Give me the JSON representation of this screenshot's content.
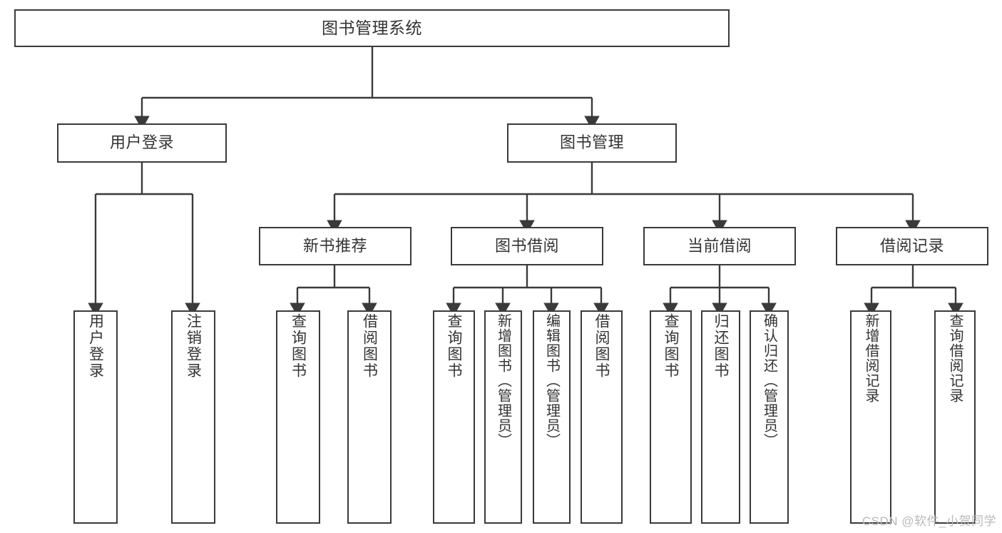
{
  "diagram": {
    "title": "图书管理系统",
    "type": "hierarchy-tree",
    "watermark": "CSDN @软件_小贺同学",
    "colors": {
      "border": "#3a3a3a",
      "text": "#333333",
      "edge": "#3a3a3a",
      "background": "#ffffff",
      "watermark": "#b9b9b9"
    },
    "levels": {
      "root": {
        "label": "图书管理系统"
      },
      "level2": [
        {
          "id": "user-login",
          "label": "用户登录"
        },
        {
          "id": "book-manage",
          "label": "图书管理"
        }
      ],
      "level3": [
        {
          "id": "new-book-recommend",
          "label": "新书推荐"
        },
        {
          "id": "book-borrow",
          "label": "图书借阅"
        },
        {
          "id": "current-borrow",
          "label": "当前借阅"
        },
        {
          "id": "borrow-record",
          "label": "借阅记录"
        }
      ],
      "leaves": {
        "user-login": [
          {
            "id": "leaf-user-login",
            "label": "用户登录"
          },
          {
            "id": "leaf-user-logout",
            "label": "注销登录"
          }
        ],
        "new-book-recommend": [
          {
            "id": "leaf-query-book-1",
            "label": "查询图书"
          },
          {
            "id": "leaf-borrow-book-1",
            "label": "借阅图书"
          }
        ],
        "book-borrow": [
          {
            "id": "leaf-query-book-2",
            "label": "查询图书"
          },
          {
            "id": "leaf-add-book",
            "label": "新增图书（管理员）"
          },
          {
            "id": "leaf-edit-book",
            "label": "编辑图书（管理员）"
          },
          {
            "id": "leaf-borrow-book-2",
            "label": "借阅图书"
          }
        ],
        "current-borrow": [
          {
            "id": "leaf-query-book-3",
            "label": "查询图书"
          },
          {
            "id": "leaf-return-book",
            "label": "归还图书"
          },
          {
            "id": "leaf-confirm-return",
            "label": "确认归还（管理员）"
          }
        ],
        "borrow-record": [
          {
            "id": "leaf-add-record",
            "label": "新增借阅记录"
          },
          {
            "id": "leaf-query-record",
            "label": "查询借阅记录"
          }
        ]
      }
    }
  }
}
